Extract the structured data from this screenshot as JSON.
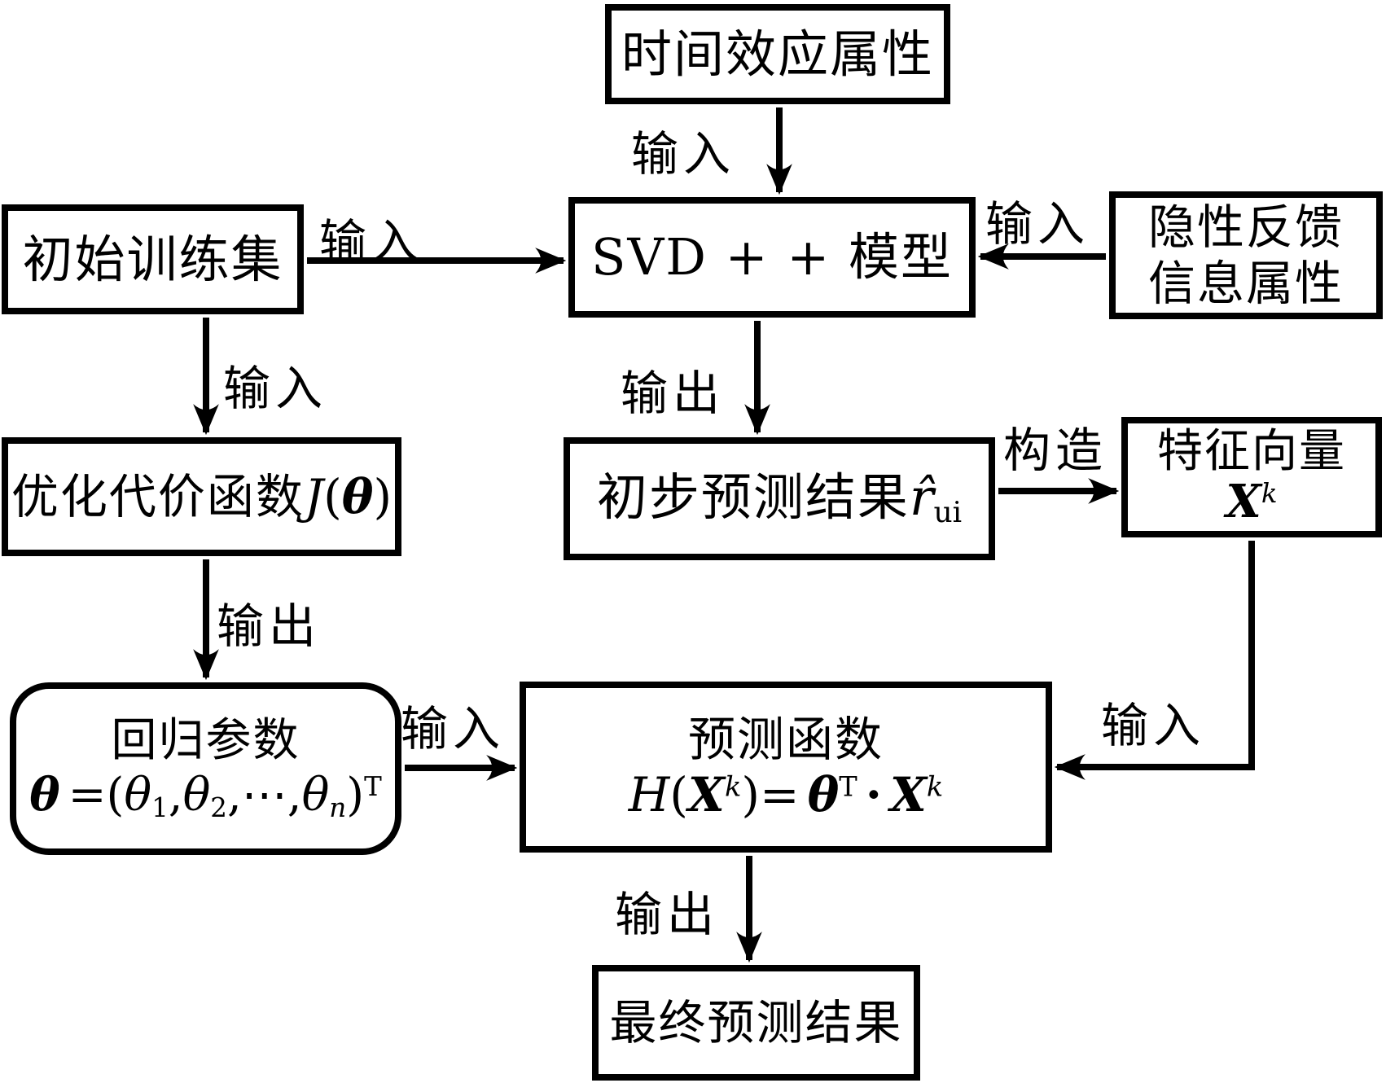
{
  "colors": {
    "stroke": "#000000",
    "background": "#ffffff",
    "text": "#000000"
  },
  "nodes": {
    "time_attr": {
      "label": "时间效应属性"
    },
    "initial_training_set": {
      "label": "初始训练集"
    },
    "implicit_feedback": {
      "label_line1": "隐性反馈",
      "label_line2": "信息属性"
    },
    "svd_model": {
      "label": "SVD + + 模型"
    },
    "prelim_result": {
      "label": "初步预测结果",
      "var": "r̂",
      "var_sub": "ui"
    },
    "feature_vector": {
      "label": "特征向量",
      "var": "X",
      "var_sup": "k"
    },
    "cost_function": {
      "label": "优化代价函数",
      "f_j": "J",
      "f_open": "(",
      "f_theta": "θ",
      "f_close": ")"
    },
    "regression_params": {
      "label": "回归参数",
      "f_theta": "θ",
      "f_eq": "=(",
      "f_t1": "θ",
      "f_s1": "1",
      "f_c1": ",",
      "f_t2": "θ",
      "f_s2": "2",
      "f_c2": ",⋯,",
      "f_tn": "θ",
      "f_sn": "n",
      "f_close": ")",
      "f_sup": "T"
    },
    "prediction_function": {
      "label": "预测函数",
      "f_h": "H",
      "f_open": "(",
      "f_x1": "X",
      "f_k1": "k",
      "f_mid": ")=",
      "f_theta": "θ",
      "f_t": "T",
      "f_dot": "·",
      "f_x2": "X",
      "f_k2": "k"
    },
    "final_result": {
      "label": "最终预测结果"
    }
  },
  "edge_labels": {
    "time_to_svd": "输入",
    "train_to_svd": "输入",
    "implicit_to_svd": "输入",
    "svd_to_prelim": "输出",
    "prelim_to_feature": "构造",
    "train_to_cost": "输入",
    "cost_to_regress": "输出",
    "regress_to_predict": "输入",
    "feature_to_predict": "输入",
    "predict_to_final": "输出"
  }
}
